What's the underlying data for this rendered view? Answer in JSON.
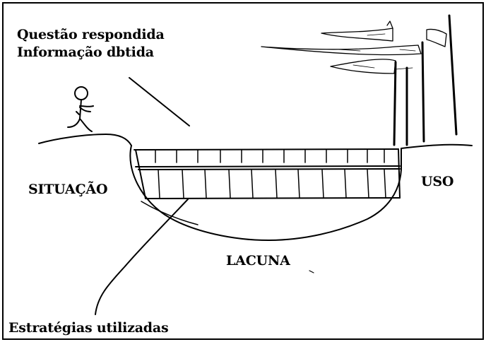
{
  "labels": {
    "question": "Questão respondida",
    "information": "Informação dbtida",
    "situation": "SITUAÇÃO",
    "use": "USO",
    "gap": "LACUNA",
    "strategies": "Estratégias utilizadas"
  },
  "colors": {
    "ink": "#000000",
    "background": "#ffffff"
  }
}
